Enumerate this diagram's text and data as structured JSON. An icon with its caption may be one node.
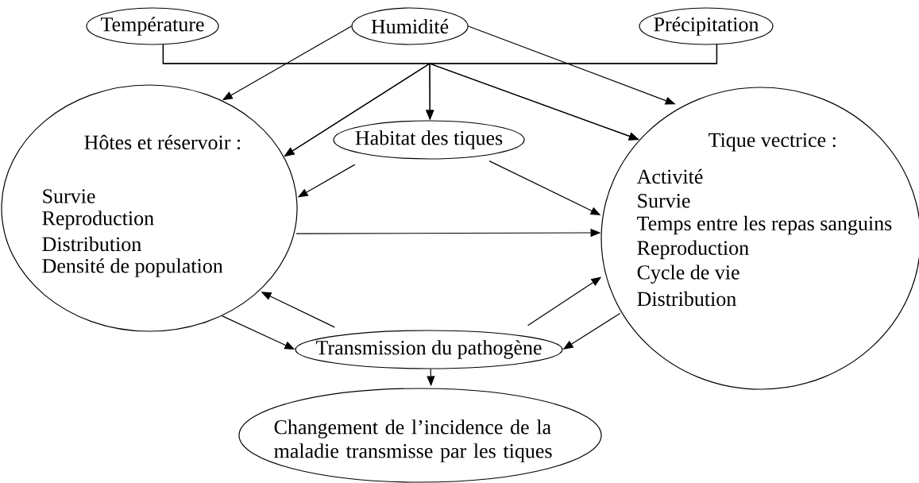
{
  "diagram": {
    "nodes": [
      {
        "text": [
          "Température"
        ]
      },
      {
        "text": [
          "Humidité"
        ]
      },
      {
        "text": [
          "Précipitation"
        ]
      },
      {
        "text": [
          "Hôtes et réservoir :",
          "Survie",
          "Reproduction",
          "Distribution",
          "Densité de population"
        ]
      },
      {
        "text": [
          "Habitat des tiques"
        ]
      },
      {
        "text": [
          "Tique vectrice :",
          "Activité",
          "Survie",
          "Temps entre les repas sanguins",
          "Reproduction",
          "Cycle de vie",
          "Distribution"
        ]
      },
      {
        "text": [
          "Transmission du pathogène"
        ]
      },
      {
        "text": [
          "Changement de l’incidence de la maladie transmisse par les tiques"
        ]
      }
    ],
    "edges": [
      {
        "from": 0,
        "to": 3,
        "arrow": "to"
      },
      {
        "from": 0,
        "to": 4,
        "arrow": "to"
      },
      {
        "from": 0,
        "to": 5,
        "arrow": "to"
      },
      {
        "from": 2,
        "to": 3,
        "arrow": "to"
      },
      {
        "from": 2,
        "to": 4,
        "arrow": "to"
      },
      {
        "from": 2,
        "to": 5,
        "arrow": "to"
      },
      {
        "from": 1,
        "to": 3,
        "arrow": "to"
      },
      {
        "from": 1,
        "to": 5,
        "arrow": "to"
      },
      {
        "from": 4,
        "to": 3,
        "arrow": "to"
      },
      {
        "from": 4,
        "to": 5,
        "arrow": "to"
      },
      {
        "from": 3,
        "to": 5,
        "arrow": "to"
      },
      {
        "from": 3,
        "to": 6,
        "arrow": "to"
      },
      {
        "from": 6,
        "to": 3,
        "arrow": "to"
      },
      {
        "from": 6,
        "to": 5,
        "arrow": "to"
      },
      {
        "from": 5,
        "to": 6,
        "arrow": "to"
      },
      {
        "from": 6,
        "to": 7,
        "arrow": "to"
      }
    ]
  }
}
